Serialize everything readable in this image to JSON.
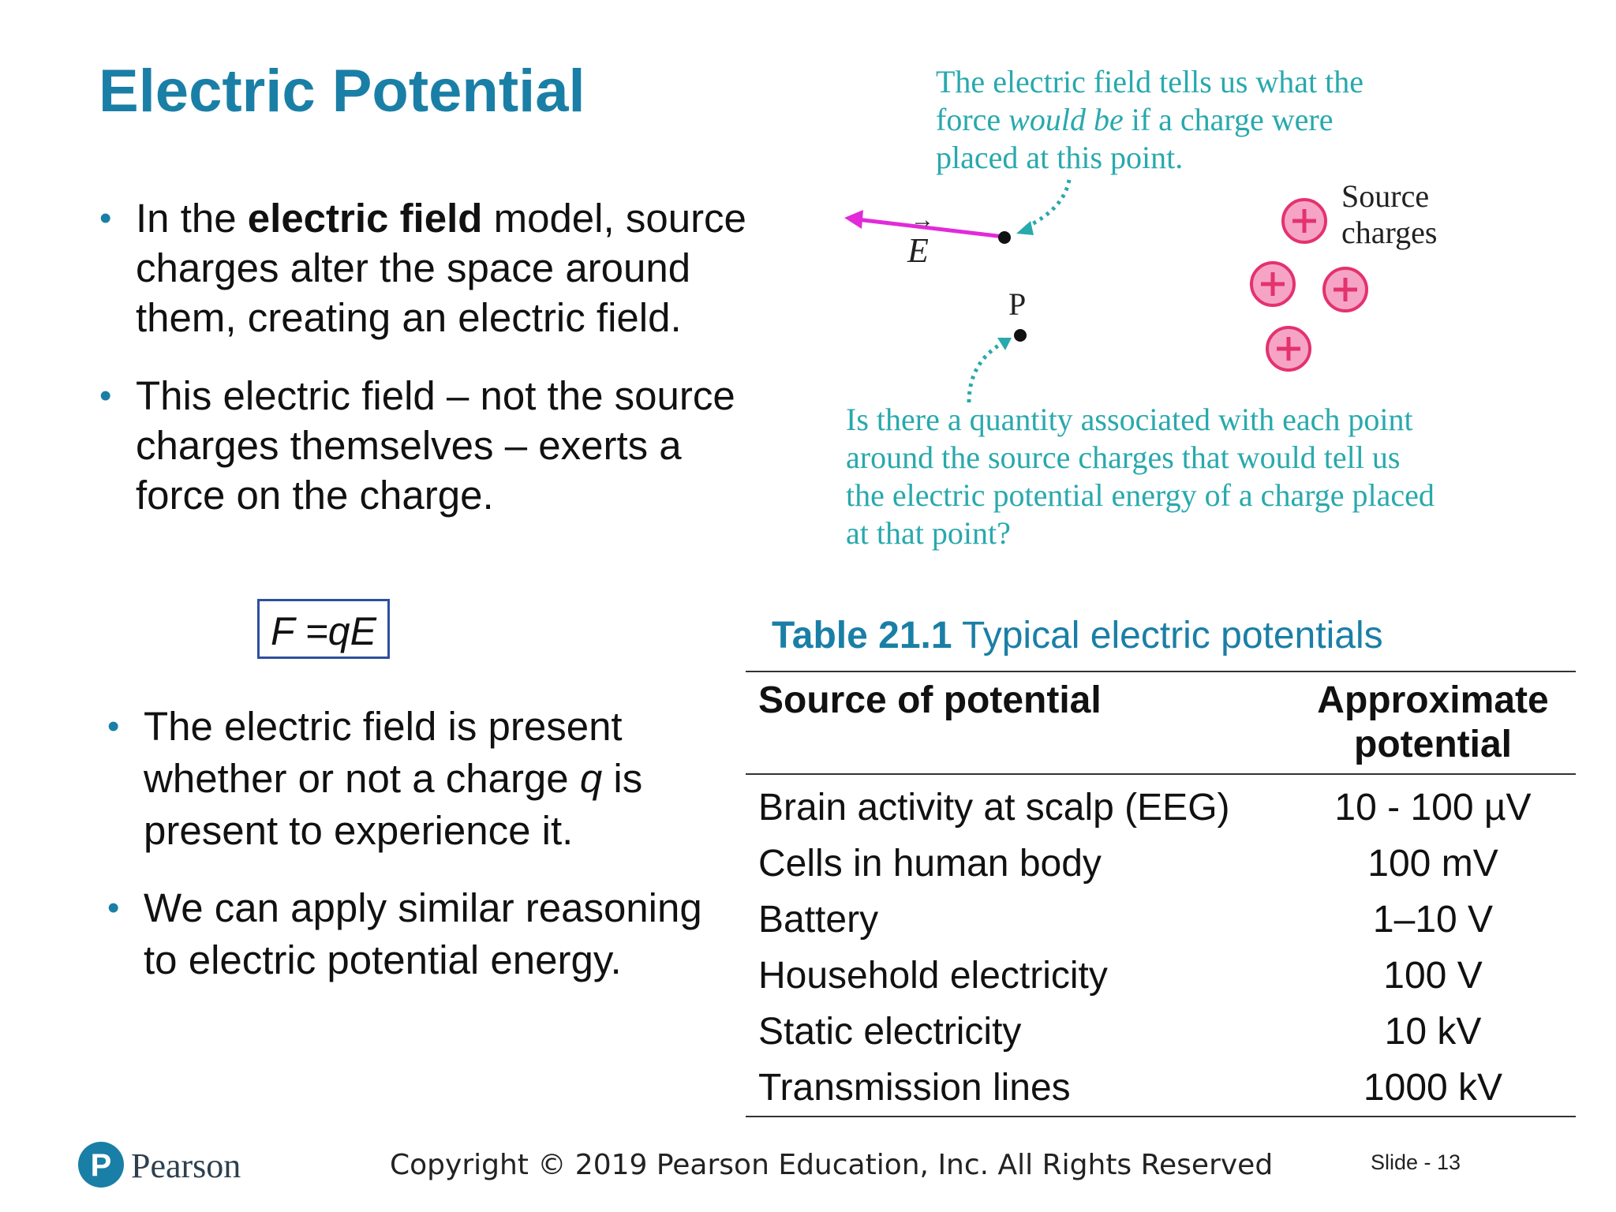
{
  "slide": {
    "title": "Electric Potential",
    "bullet1": {
      "before": "In the ",
      "bold": "electric field",
      "after": " model, source charges alter the space around them, creating an electric field."
    },
    "bullet2": "This electric field – not the source charges themselves – exerts a force on the charge.",
    "formula": "F =qE",
    "bullet3": {
      "before": "The electric field is present whether or not a charge ",
      "italic": "q",
      "after": " is present to experience it."
    },
    "bullet4": "We can apply similar reasoning to electric potential energy."
  },
  "figure": {
    "caption_top": {
      "before": "The electric field tells us what the force ",
      "italic": "would be",
      "after": " if a charge were placed at this point."
    },
    "caption_bottom": "Is there a quantity associated with each point around the source charges that would tell us the electric potential energy of a charge placed at that point?",
    "source_label_line1": "Source",
    "source_label_line2": "charges",
    "point_label": "P",
    "field_symbol": "E",
    "charge_symbol": "+",
    "colors": {
      "caption": "#28a9ad",
      "field_arrow": "#e22ad9",
      "charge_fill": "#f6a4c6",
      "charge_stroke": "#e4326e"
    }
  },
  "table": {
    "caption_number": "Table 21.1",
    "caption_text": " Typical electric potentials",
    "header": [
      "Source of potential",
      "Approximate potential"
    ],
    "rows": [
      [
        "Brain activity at scalp (EEG)",
        "10 - 100 µV"
      ],
      [
        "Cells in human body",
        "100 mV"
      ],
      [
        "Battery",
        "1–10 V"
      ],
      [
        "Household electricity",
        "100 V"
      ],
      [
        "Static electricity",
        "10 kV"
      ],
      [
        "Transmission lines",
        "1000 kV"
      ]
    ]
  },
  "footer": {
    "brand": "Pearson",
    "logo_letter": "P",
    "copyright": "Copyright © 2019 Pearson Education, Inc. All Rights Reserved",
    "slide_number": "Slide - 13",
    "brand_color": "#1a7fa6"
  }
}
